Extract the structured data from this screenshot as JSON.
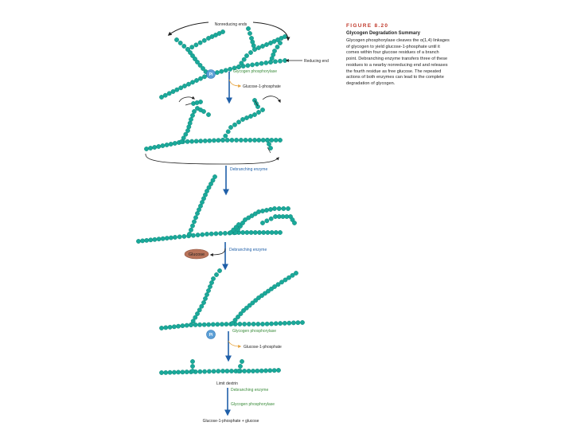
{
  "figure": {
    "number": "FIGURE 8.20",
    "title": "Glycogen Degradation Summary",
    "caption": "Glycogen phosphorylase cleaves the α(1,4) linkages of glycogen to yield glucose-1-phosphate until it comes within four glucose residues of a branch point. Debranching enzyme transfers three of these residues to a nearby nonreducing end and releases the fourth residue as free glucose. The repeated actions of both enzymes can lead to the complete degradation of glycogen."
  },
  "labels": {
    "nonreducing_ends": "Nonreducing ends",
    "reducing_end": "Reducing end",
    "pi": "Pi",
    "glycogen_phosphorylase": "Glycogen phosphorylase",
    "glucose_1_phosphate": "Glucose-1-phosphate",
    "debranching_enzyme": "Debranching enzyme",
    "glucose": "Glucose",
    "limit_dextrin": "Limit dextrin",
    "final_products": "Glucose-1-phosphate + glucose"
  },
  "colors": {
    "residue": "#1aa99a",
    "residue_edge": "#0e8275",
    "arrow": "#1f5fa8",
    "green_arrow": "#6ab04c",
    "pi_circle": "#5b9fd6",
    "glucose_oval": "#b8735a",
    "figure_number": "#c0392b"
  }
}
